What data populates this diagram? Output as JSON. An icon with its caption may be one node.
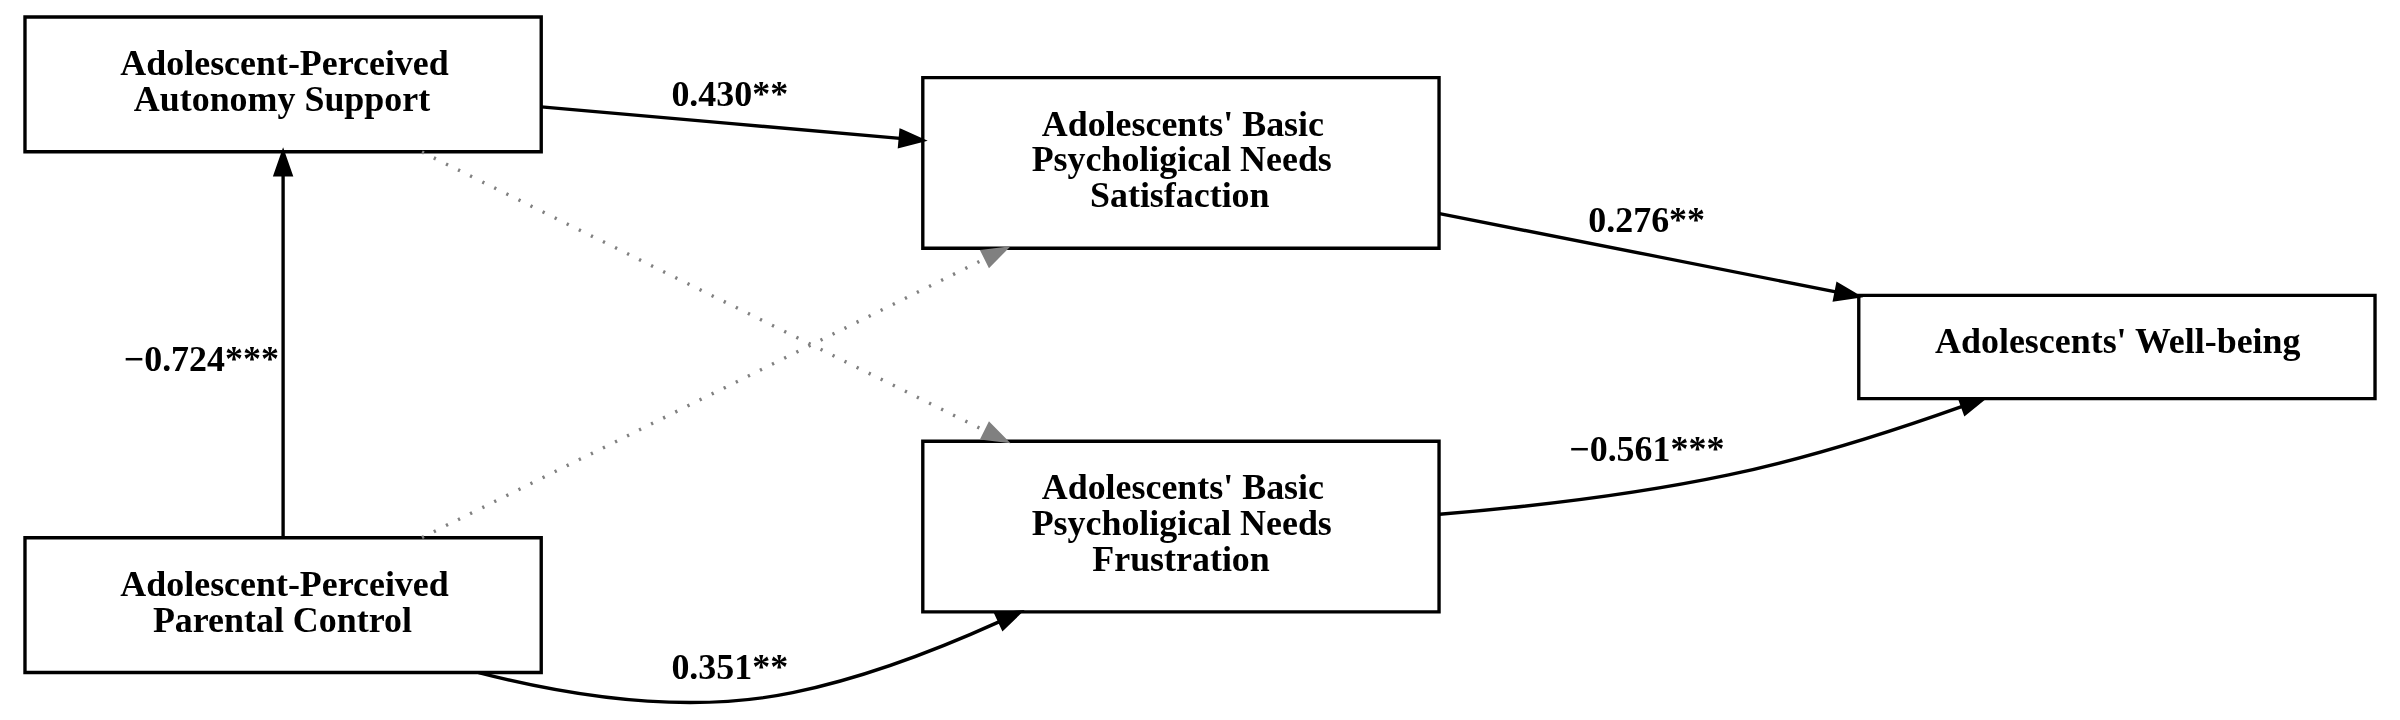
{
  "diagram": {
    "nodes": [
      {
        "text": [
          "Adolescent-Perceived Autonomy Support"
        ]
      },
      {
        "text": [
          "Adolescents' Basic Psycholigical Needs Satisfaction"
        ]
      },
      {
        "text": [
          "Adolescent-Perceived Parental Control"
        ]
      },
      {
        "text": [
          "Adolescents' Basic Psycholigical Needs Frustration"
        ]
      },
      {
        "text": [
          "Adolescents' Well-being"
        ]
      }
    ],
    "edges": [
      {
        "from": 0,
        "to": 1,
        "arrow": "to",
        "label": "0.430**"
      },
      {
        "from": 0,
        "to": 3,
        "arrow": "to",
        "style": "dashed",
        "color": "#808080"
      },
      {
        "from": 2,
        "to": 1,
        "arrow": "to",
        "style": "dashed",
        "color": "#808080"
      },
      {
        "from": 2,
        "to": 3,
        "arrow": "to",
        "label": "0.351**"
      },
      {
        "from": 1,
        "to": 4,
        "arrow": "to",
        "label": "0.276**"
      },
      {
        "from": 3,
        "to": 4,
        "arrow": "to",
        "label": "−0.561***"
      },
      {
        "from": 2,
        "to": 0,
        "arrow": "to",
        "label": "−0.724***"
      }
    ]
  }
}
